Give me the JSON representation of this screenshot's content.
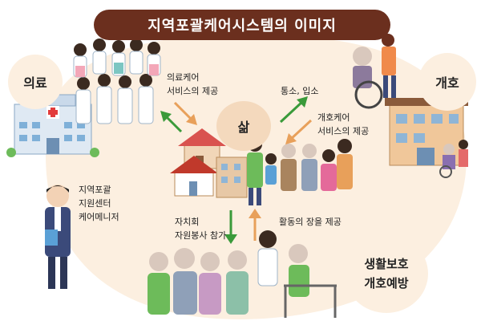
{
  "title": "지역포괄케어시스템의 이미지",
  "nodes": {
    "medical": "의료",
    "care": "개호",
    "life": "삶",
    "prevention": [
      "생활보호",
      "개호예방"
    ]
  },
  "annotations": {
    "medical_care": [
      "의료케어",
      "서비스의 제공"
    ],
    "entry": [
      "통소, 입소"
    ],
    "care_service": [
      "개호케어",
      "서비스의 제공"
    ],
    "manager": [
      "지역포괄",
      "지원센터",
      "케어메니저"
    ],
    "volunteer": [
      "자치회",
      "자원봉사 참가"
    ],
    "activity": [
      "활동의 장을 제공"
    ]
  },
  "colors": {
    "banner": "#6b2f1e",
    "background_blob": "#fcefe0",
    "arrow_green": "#3a9a3a",
    "arrow_orange": "#e8a05a"
  }
}
